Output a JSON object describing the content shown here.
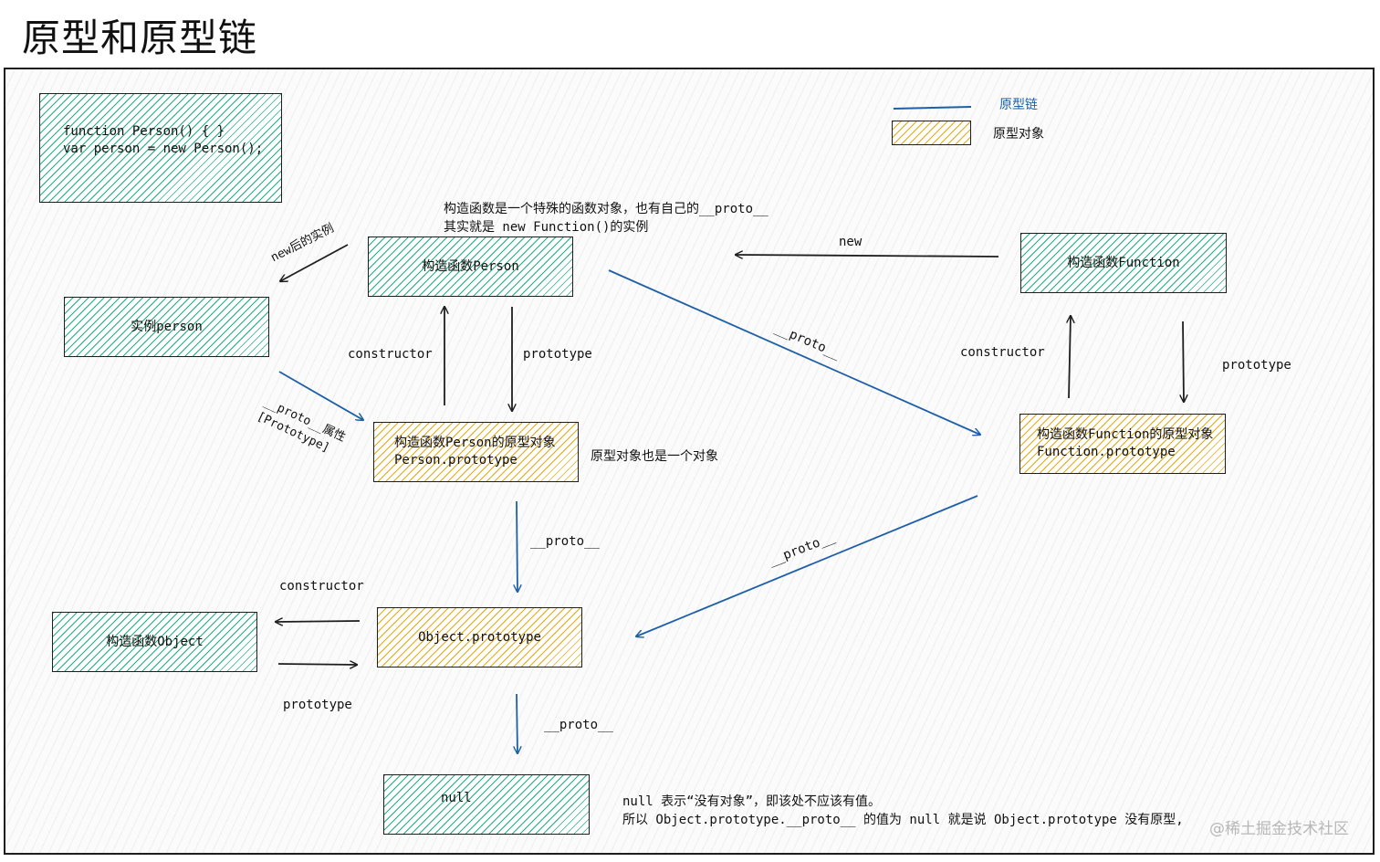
{
  "title": "原型和原型链",
  "legend": {
    "chain_label": "原型链",
    "object_label": "原型对象"
  },
  "nodes": {
    "code_line1": "function Person() { }",
    "code_line2": "var person = new Person();",
    "person_instance": "实例person",
    "person_ctor": "构造函数Person",
    "function_ctor": "构造函数Function",
    "person_proto_line1": "构造函数Person的原型对象",
    "person_proto_line2": "Person.prototype",
    "function_proto_line1": "构造函数Function的原型对象",
    "function_proto_line2": "Function.prototype",
    "object_ctor": "构造函数Object",
    "object_proto": "Object.prototype",
    "null_node": "null"
  },
  "labels": {
    "new_instance": "new后的实例",
    "proto_attr_line1": "__proto__属性",
    "proto_attr_line2": "[Prototype]",
    "constructor": "constructor",
    "prototype": "prototype",
    "new": "new",
    "proto": "__proto__"
  },
  "notes": {
    "fn_object_line1": "构造函数是一个特殊的函数对象，也有自己的__proto__",
    "fn_object_line2": "其实就是 new Function()的实例",
    "proto_is_object": "原型对象也是一个对象",
    "null_line1": "null 表示“没有对象”，即该处不应该有值。",
    "null_line2": "所以 Object.prototype.__proto__ 的值为 null 就是说 Object.prototype 没有原型,"
  },
  "watermark": "@稀土掘金技术社区",
  "colors": {
    "chain_blue": "#1d5fa8",
    "box_green": "#1fb07e",
    "box_yellow": "#e4a916",
    "ink": "#1e1e1e"
  }
}
